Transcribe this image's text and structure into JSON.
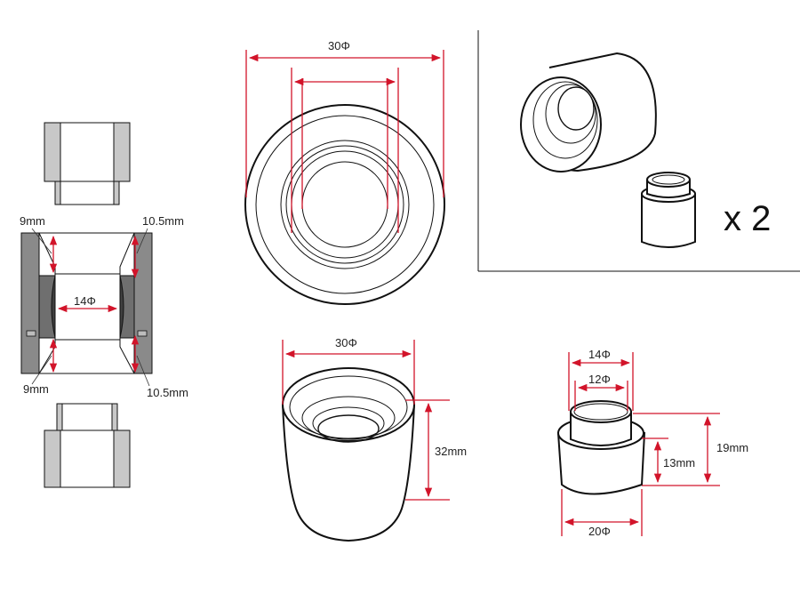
{
  "colors": {
    "dimension": "#d2142a",
    "outline": "#111111",
    "shade_light": "#c8c8c8",
    "shade_mid": "#8a8a8a",
    "shade_dark": "#555555",
    "body_fill": "#ffffff"
  },
  "section_view": {
    "dims": {
      "top_left": "9mm",
      "top_right": "10.5mm",
      "bore": "14Φ",
      "bottom_left": "9mm",
      "bottom_right": "10.5mm"
    }
  },
  "top_view": {
    "outer_diameter": "30Φ"
  },
  "outer_sleeve": {
    "diameter": "30Φ",
    "height": "32mm"
  },
  "inner_bushing": {
    "top_outer_diameter": "14Φ",
    "top_inner_diameter": "12Φ",
    "base_diameter": "20Φ",
    "step_height": "13mm",
    "total_height": "19mm"
  },
  "kit_box": {
    "quantity_label": "x 2"
  }
}
